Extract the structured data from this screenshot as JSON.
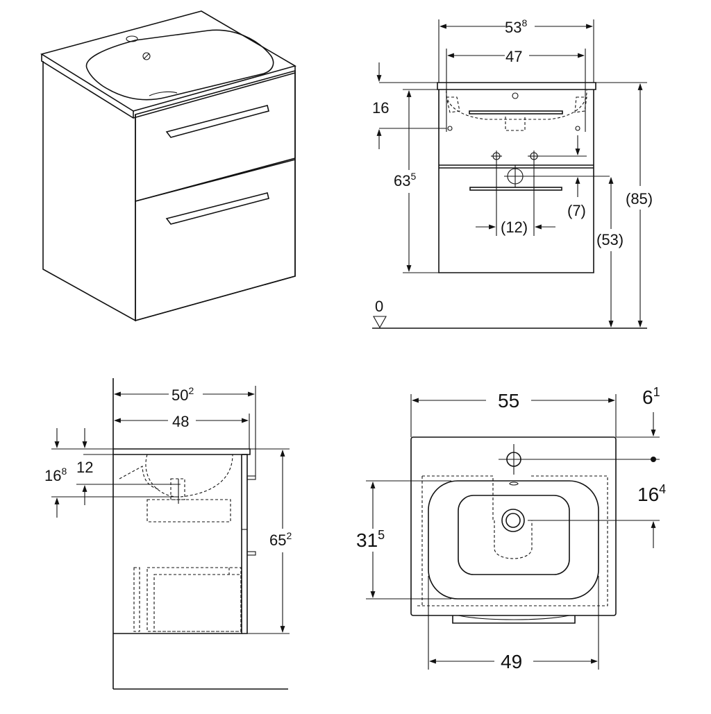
{
  "views": {
    "iso": {
      "name": "isometric-view"
    },
    "front": {
      "dims": {
        "overall_width": {
          "main": "53",
          "sup": "8"
        },
        "basin_width": {
          "main": "47",
          "sup": ""
        },
        "top_offset": {
          "main": "16",
          "sup": ""
        },
        "cabinet_height": {
          "main": "63",
          "sup": "5"
        },
        "drain_offset": {
          "main": "(7)",
          "sup": ""
        },
        "hole_spacing": {
          "main": "(12)",
          "sup": ""
        },
        "floor_to_drain": {
          "main": "(53)",
          "sup": ""
        },
        "floor_to_top": {
          "main": "(85)",
          "sup": ""
        },
        "floor_level": {
          "main": "0",
          "sup": ""
        }
      }
    },
    "side": {
      "dims": {
        "depth_overall": {
          "main": "50",
          "sup": "2"
        },
        "depth_basin": {
          "main": "48",
          "sup": ""
        },
        "drain_height": {
          "main": "16",
          "sup": "8"
        },
        "top_thickness": {
          "main": "12",
          "sup": ""
        },
        "height": {
          "main": "65",
          "sup": "2"
        }
      }
    },
    "plan": {
      "dims": {
        "width": {
          "main": "55",
          "sup": ""
        },
        "tap_offset": {
          "main": "6",
          "sup": "1"
        },
        "drain_offset": {
          "main": "16",
          "sup": "4"
        },
        "basin_depth": {
          "main": "31",
          "sup": "5"
        },
        "basin_width": {
          "main": "49",
          "sup": ""
        }
      }
    }
  }
}
